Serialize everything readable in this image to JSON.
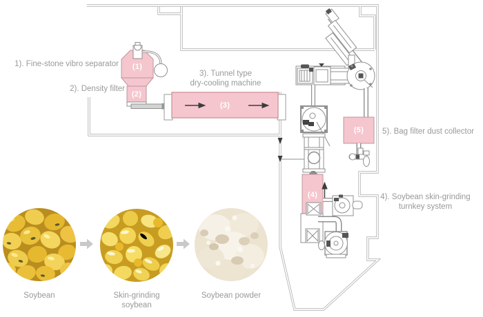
{
  "machines": {
    "separator": {
      "num": "(1)",
      "label": "1). Fine-stone vibro separator"
    },
    "density_filter": {
      "num": "(2)",
      "label": "2). Density filter"
    },
    "tunnel": {
      "num": "(3)",
      "label": "3). Tunnel type\ndry-cooling machine"
    },
    "grinder": {
      "num": "(4)",
      "label": "4). Soybean skin-grinding\nturnkey system"
    },
    "bag_filter": {
      "num": "(5)",
      "label": "5). Bag filter dust collector"
    }
  },
  "stages": {
    "soybean": "Soybean",
    "skin_grinding": "Skin-grinding\nsoybean",
    "powder": "Soybean powder"
  },
  "icons": [
    "flow-arrow-icon",
    "tunnel-flow-arrow-icon",
    "down-flow-arrow-icon",
    "up-flow-arrow-icon"
  ],
  "colors": {
    "equipment_fill": "#f5c6cd",
    "equipment_border": "#bf97a0",
    "wall_line": "#b0b0b0",
    "machine_line": "#8f8f8f",
    "label_text": "#999999",
    "soybean_photo": "#e8bd35",
    "powder_photo": "#efe8d9"
  }
}
